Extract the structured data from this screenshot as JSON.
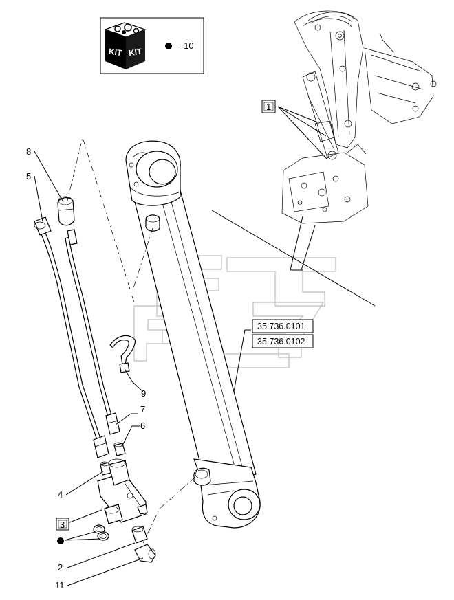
{
  "kit_box": {
    "kit_label_1": "KIT",
    "kit_label_2": "KIT",
    "quantity_text": "= 10"
  },
  "references": {
    "ref_1": "35.736.0101",
    "ref_2": "35.736.0102"
  },
  "callouts": {
    "c1": "1",
    "c2": "2",
    "c3": "3",
    "c4": "4",
    "c5": "5",
    "c6": "6",
    "c7": "7",
    "c8": "8",
    "c9": "9",
    "c11": "11"
  }
}
